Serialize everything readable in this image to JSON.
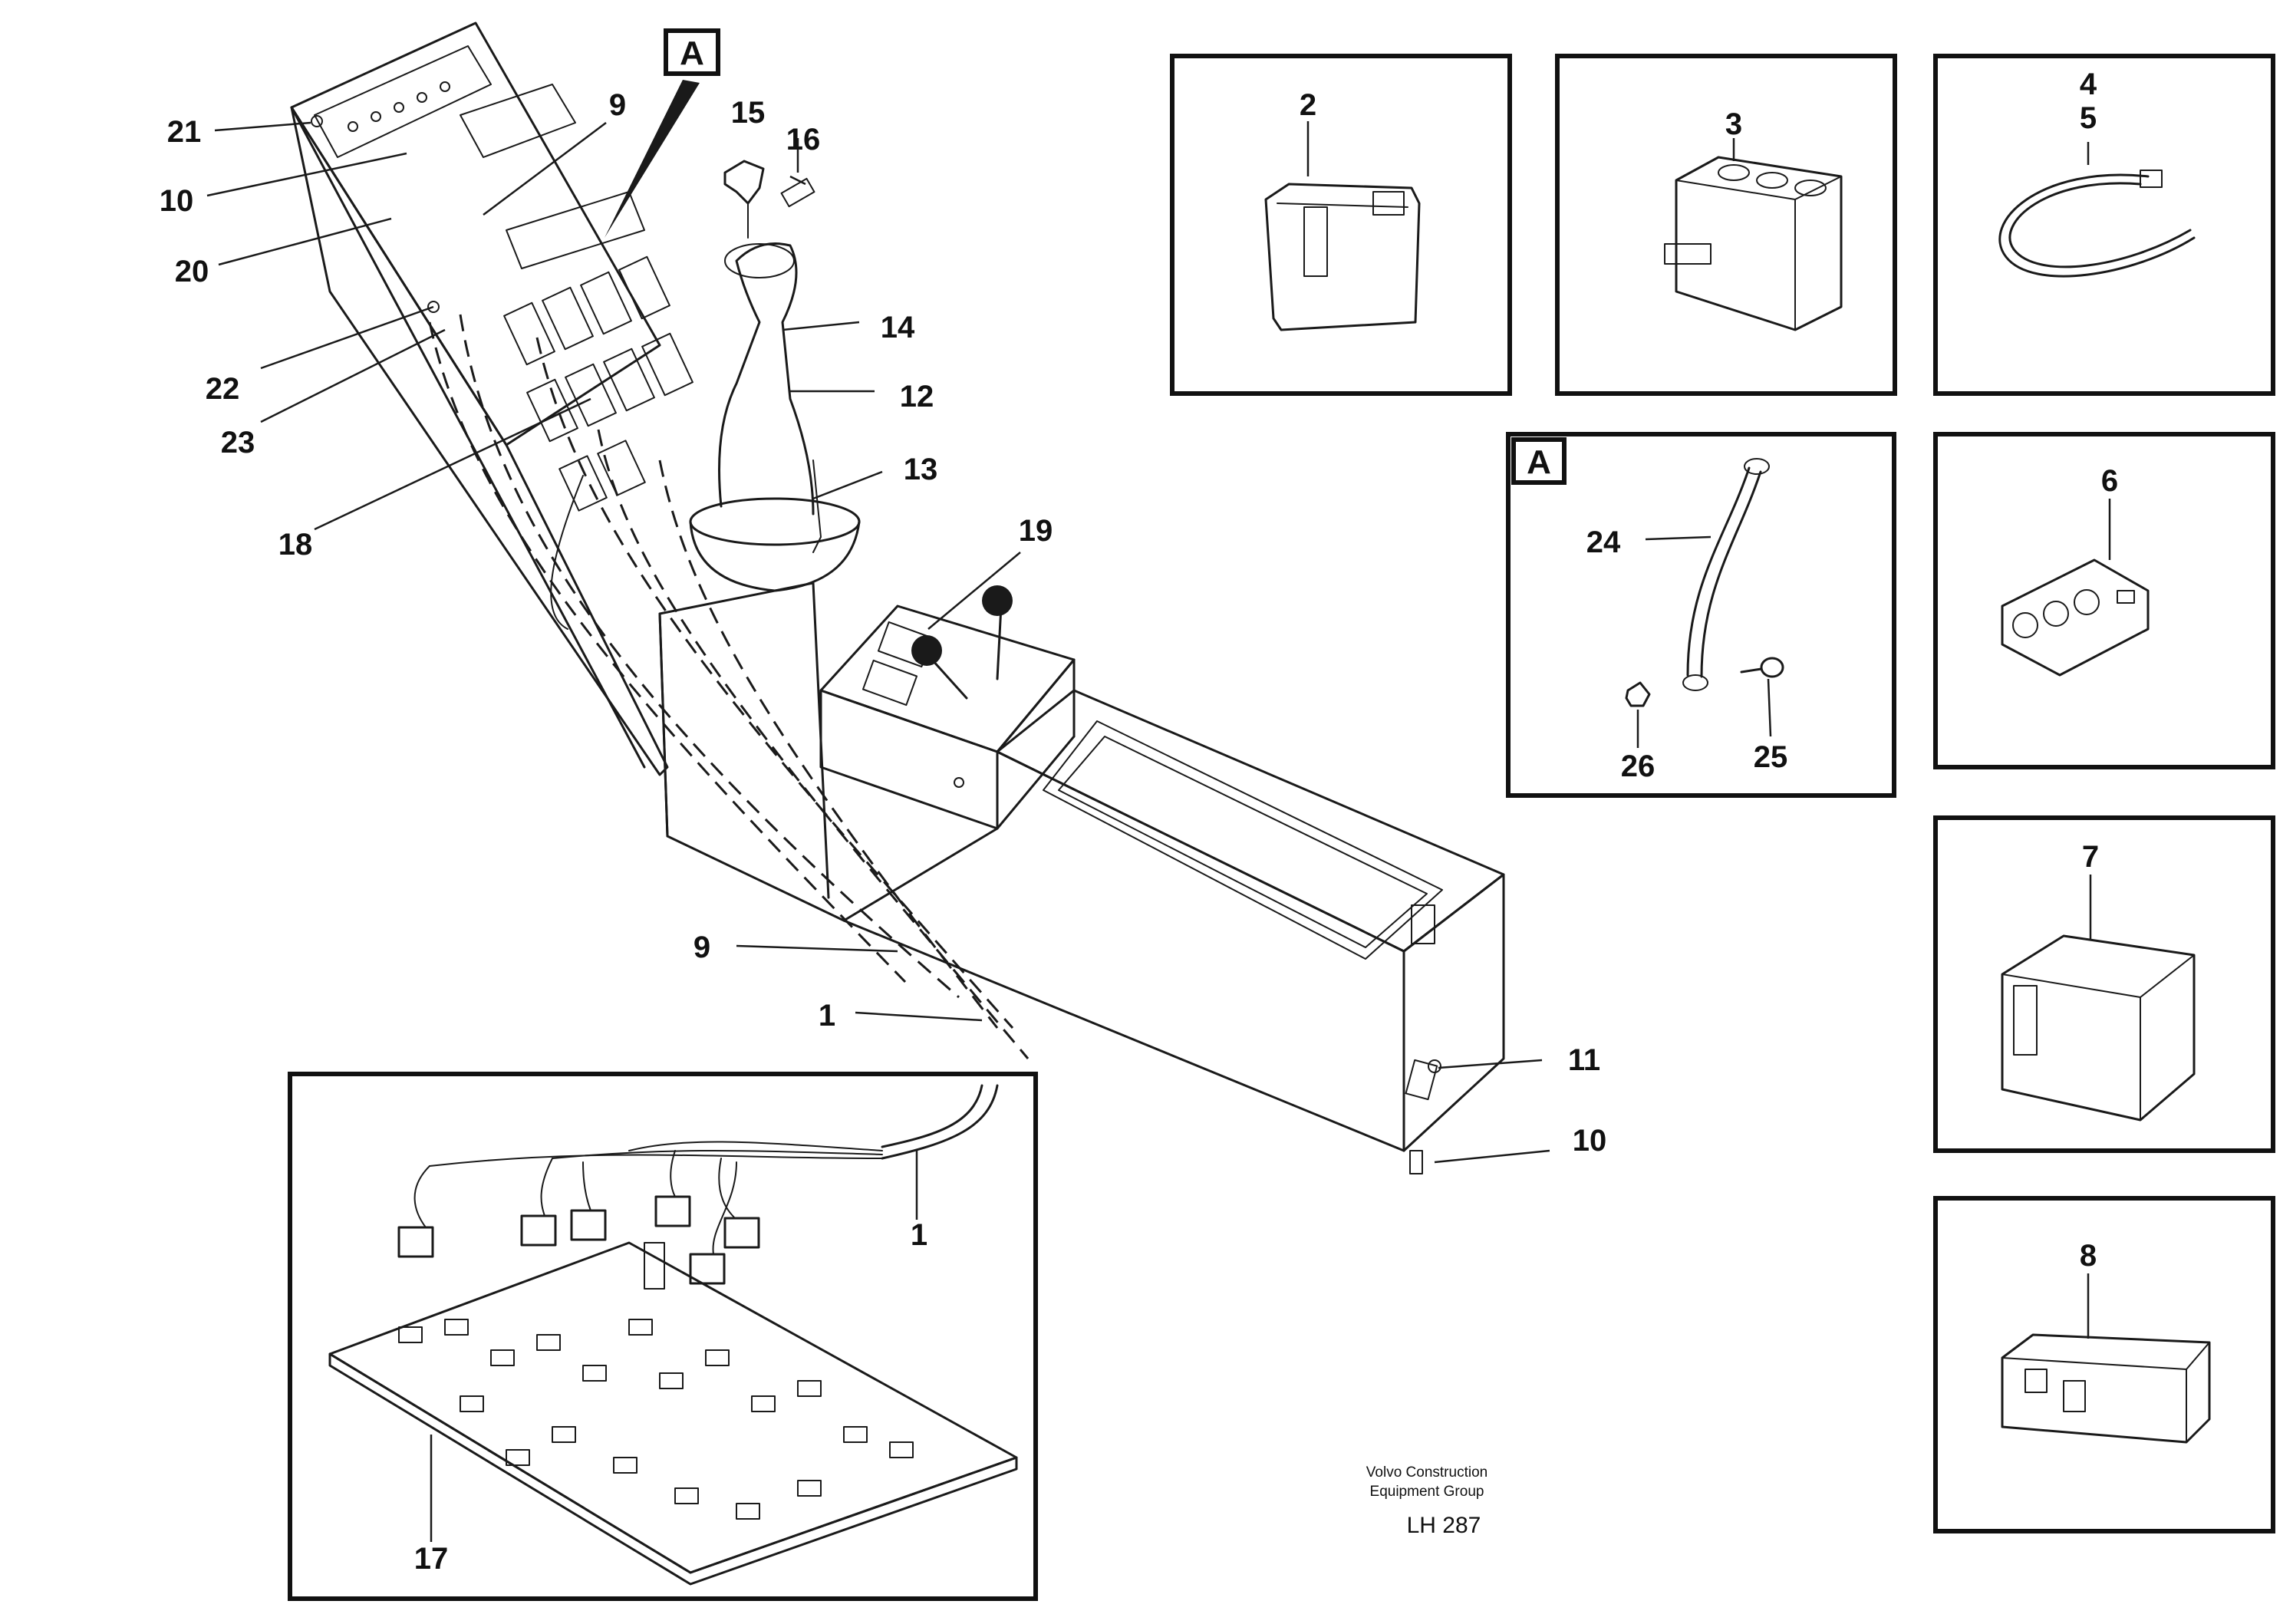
{
  "callouts": {
    "c1_console": "1",
    "c1_harness": "1",
    "c2": "2",
    "c3": "3",
    "c4": "4",
    "c5": "5",
    "c6": "6",
    "c7": "7",
    "c8": "8",
    "c9_top": "9",
    "c9_bottom": "9",
    "c10_top": "10",
    "c10_bottom": "10",
    "c11": "11",
    "c12": "12",
    "c13": "13",
    "c14": "14",
    "c15": "15",
    "c16": "16",
    "c17": "17",
    "c18": "18",
    "c19": "19",
    "c20": "20",
    "c21": "21",
    "c22": "22",
    "c23": "23",
    "c24": "24",
    "c25": "25",
    "c26": "26"
  },
  "view_marker": "A",
  "detail_box_marker": "A",
  "footer": {
    "company_line1": "Volvo Construction",
    "company_line2": "Equipment Group",
    "drawing_code": "LH 287"
  }
}
